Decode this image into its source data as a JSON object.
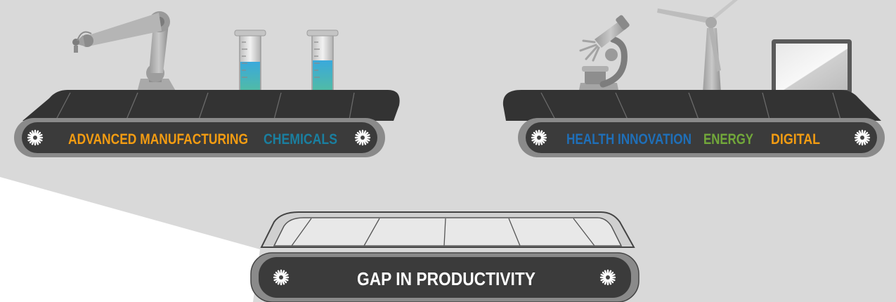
{
  "colors": {
    "background": "#d9d9d9",
    "foreground_light": "#ffffff",
    "belt_dark": "#3b3b3b",
    "belt_grey": "#8a8a8a",
    "advanced_manufacturing": "#f39c12",
    "chemicals": "#1a7fa0",
    "health_innovation": "#1f6fb8",
    "energy": "#72a83a",
    "digital": "#f39c12",
    "gap": "#ffffff"
  },
  "left_belt": {
    "label_1": "ADVANCED MANUFACTURING",
    "label_2": "CHEMICALS",
    "icons": [
      "robot-arm-icon",
      "test-tube-icon",
      "test-tube-icon"
    ]
  },
  "right_belt": {
    "label_1": "HEALTH INNOVATION",
    "label_2": "ENERGY",
    "label_3": "DIGITAL",
    "icons": [
      "microscope-icon",
      "wind-turbine-icon",
      "computer-monitor-icon"
    ]
  },
  "bottom_belt": {
    "label": "GAP IN PRODUCTIVITY"
  }
}
